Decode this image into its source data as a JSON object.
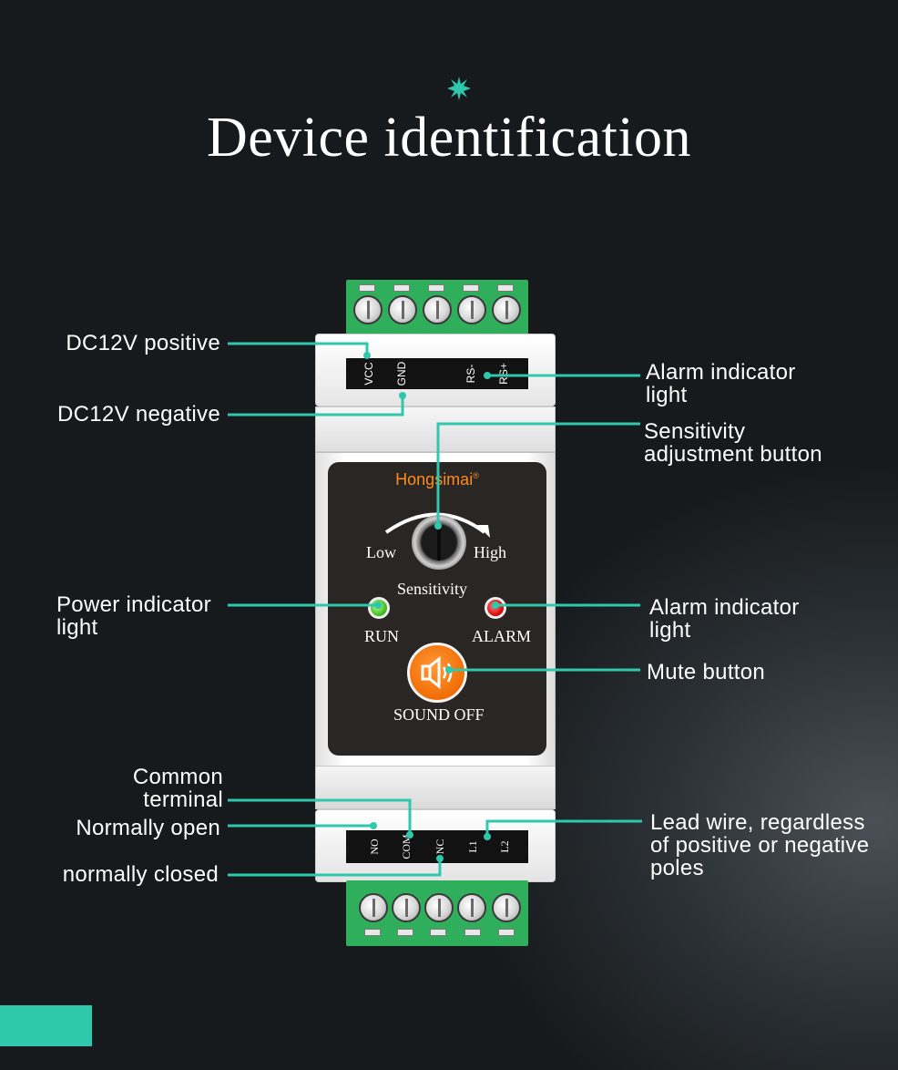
{
  "title": "Device identification",
  "colors": {
    "accent": "#2fc8ad",
    "brand": "#ff8a1e",
    "terminal_green": "#2fae5c",
    "background": "#15191c"
  },
  "icons": {
    "title_mark": "star-burst-icon",
    "mute": "speaker-icon"
  },
  "device": {
    "brand": "Hongsimai",
    "brand_mark": "®",
    "top_terminals": [
      "VCC",
      "GND",
      "RS-",
      "RS+"
    ],
    "bottom_terminals": [
      "NO",
      "COM",
      "NC",
      "L1",
      "L2"
    ],
    "knob_low": "Low",
    "knob_high": "High",
    "knob_label": "Sensitivity",
    "run_label": "RUN",
    "alarm_label": "ALARM",
    "mute_label": "SOUND OFF"
  },
  "callouts": {
    "dc12v_positive": [
      "DC12V positive"
    ],
    "dc12v_negative": [
      "DC12V negative"
    ],
    "alarm_light_top": [
      "Alarm indicator",
      "light"
    ],
    "sensitivity_button": [
      "Sensitivity",
      "adjustment button"
    ],
    "power_light": [
      "Power indicator",
      "light"
    ],
    "alarm_light": [
      "Alarm indicator",
      "light"
    ],
    "mute_button": [
      "Mute button"
    ],
    "common_terminal": [
      "Common",
      "terminal"
    ],
    "normally_open": [
      "Normally open"
    ],
    "normally_closed": [
      "normally closed"
    ],
    "lead_wire": [
      "Lead wire, regardless",
      "of positive or negative",
      "poles"
    ]
  }
}
